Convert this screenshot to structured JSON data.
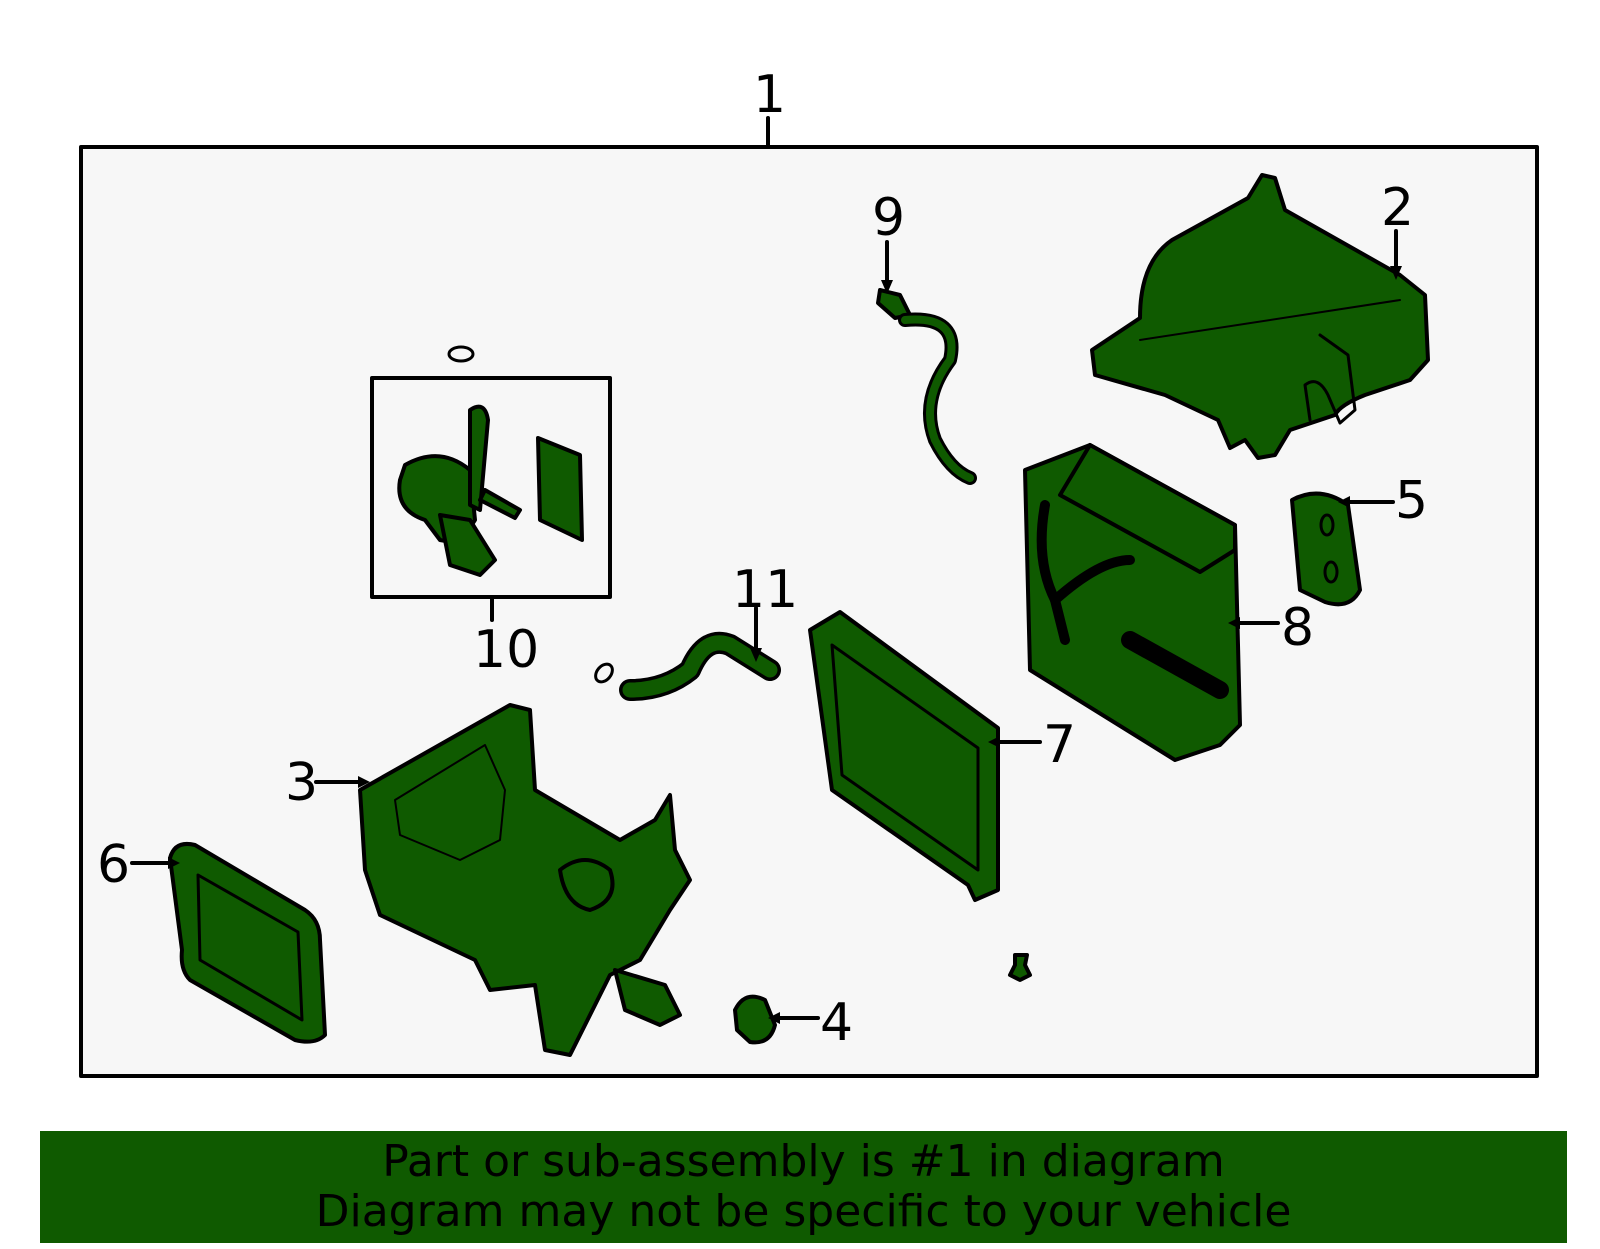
{
  "diagram": {
    "callouts": {
      "c1": "1",
      "c2": "2",
      "c3": "3",
      "c4": "4",
      "c5": "5",
      "c6": "6",
      "c7": "7",
      "c8": "8",
      "c9": "9",
      "c10": "10",
      "c11": "11"
    },
    "part_color": "#0f5a00",
    "background_color": "#f7f7f7"
  },
  "banner": {
    "line1": "Part or sub-assembly is #1 in diagram",
    "line2": "Diagram may not be specific to your vehicle",
    "color": "#0f5a00"
  }
}
